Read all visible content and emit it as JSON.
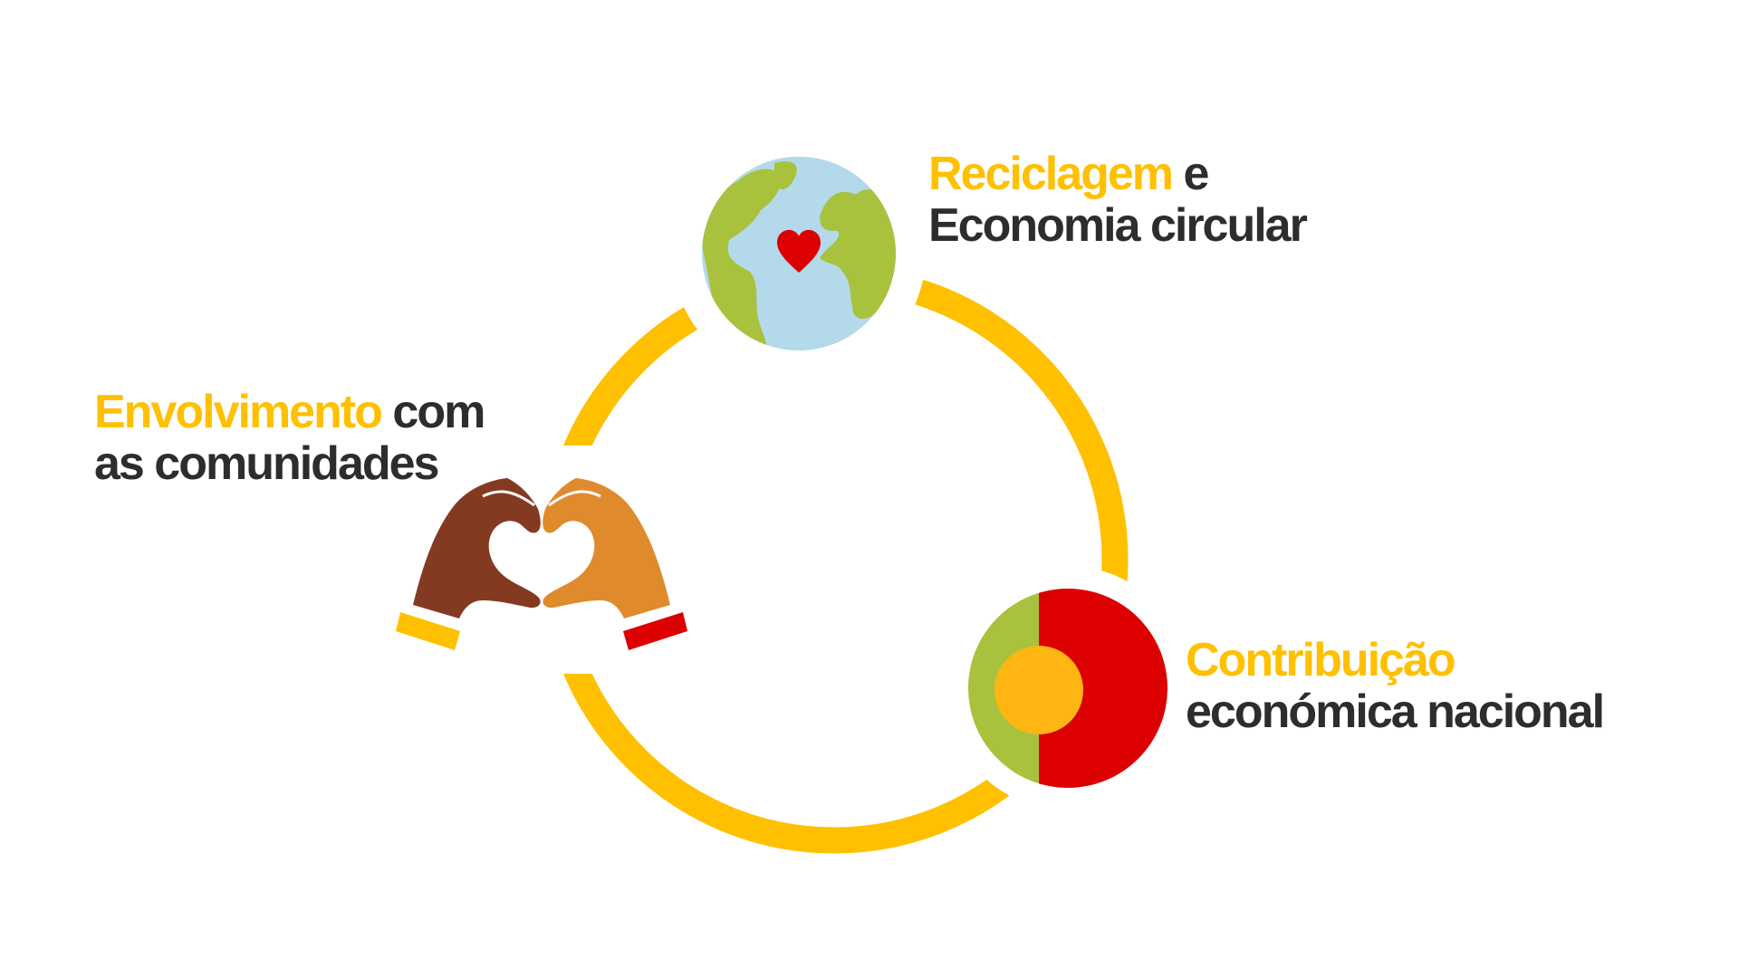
{
  "colors": {
    "accent": "#FFC000",
    "text": "#2D2D2D",
    "green": "#A8C23E",
    "ocean": "#B3D9EA",
    "red": "#DD0000",
    "brown": "#843A21",
    "orange": "#E08A2E"
  },
  "items": [
    {
      "icon": "globe-heart-icon",
      "highlight": "Reciclagem",
      "rest1": " e",
      "line2": "Economia circular"
    },
    {
      "icon": "portugal-flag-circle-icon",
      "highlight": "Contribuição",
      "rest1": "",
      "line2": "económica nacional"
    },
    {
      "icon": "hands-heart-icon",
      "highlight": "Envolvimento",
      "rest1": " com",
      "line2": "as comunidades"
    }
  ]
}
